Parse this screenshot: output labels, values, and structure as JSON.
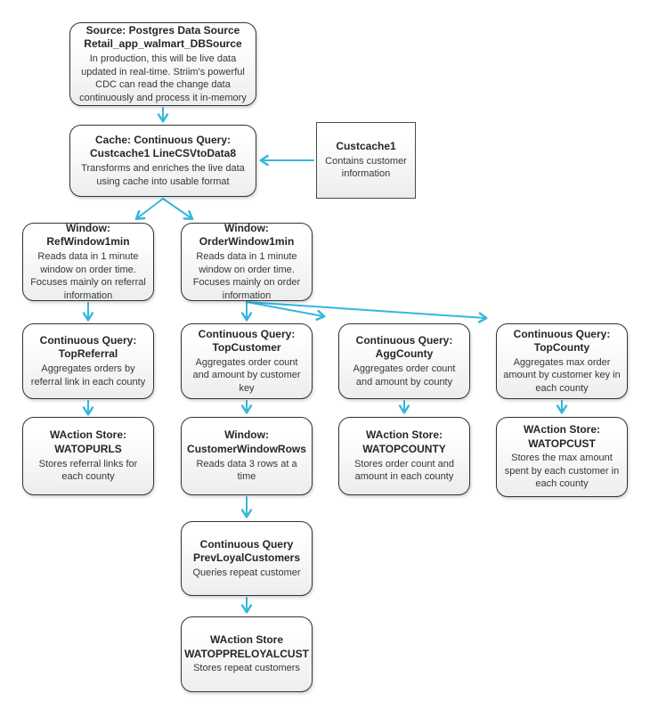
{
  "diagram": {
    "description": "Striim retail data pipeline flow diagram",
    "colors": {
      "arrow": "#35b7dd",
      "box_border": "#333333",
      "box_fill_top": "#ffffff",
      "box_fill_bottom": "#eceded",
      "background": "#ffffff"
    }
  },
  "nodes": {
    "source": {
      "title": "Source: Postgres Data Source\nRetail_app_walmart_DBSource",
      "body": "In production, this will be live data updated in real-time. Striim's powerful CDC can read the change data continuously and process it in-memory"
    },
    "cache": {
      "title": "Cache: Continuous Query:\nCustcache1 LineCSVtoData8",
      "body": "Transforms and enriches the live data using cache into usable format"
    },
    "custcache": {
      "title": "Custcache1",
      "body": "Contains customer information"
    },
    "refwindow": {
      "title": "Window:\nRefWindow1min",
      "body": "Reads data in 1 minute window on order time. Focuses mainly on referral information"
    },
    "orderwindow": {
      "title": "Window:\nOrderWindow1min",
      "body": "Reads data in 1 minute window on order time. Focuses mainly on order information"
    },
    "topreferral": {
      "title": "Continuous Query:\nTopReferral",
      "body": "Aggregates orders by referral link in each county"
    },
    "topcustomer": {
      "title": "Continuous Query:\nTopCustomer",
      "body": "Aggregates order count and amount by customer key"
    },
    "aggcounty": {
      "title": "Continuous Query:\nAggCounty",
      "body": "Aggregates order count and amount by county"
    },
    "topcounty": {
      "title": "Continuous Query:\nTopCounty",
      "body": "Aggregates max order amount by customer key in each county"
    },
    "watopurls": {
      "title": "WAction Store:\nWATOPURLS",
      "body": "Stores referral links for each county"
    },
    "customerwindowrows": {
      "title": "Window:\nCustomerWindowRows",
      "body": "Reads data 3 rows at a time"
    },
    "watopcounty": {
      "title": "WAction Store:\nWATOPCOUNTY",
      "body": "Stores order count and amount in each county"
    },
    "watopcust": {
      "title": "WAction Store:\nWATOPCUST",
      "body": "Stores the max amount spent by each customer in each county"
    },
    "prevloyal": {
      "title": "Continuous Query\nPrevLoyalCustomers",
      "body": "Queries repeat customer"
    },
    "watoppreloyal": {
      "title": "WAction Store\nWATOPPRELOYALCUST",
      "body": "Stores repeat customers"
    }
  }
}
